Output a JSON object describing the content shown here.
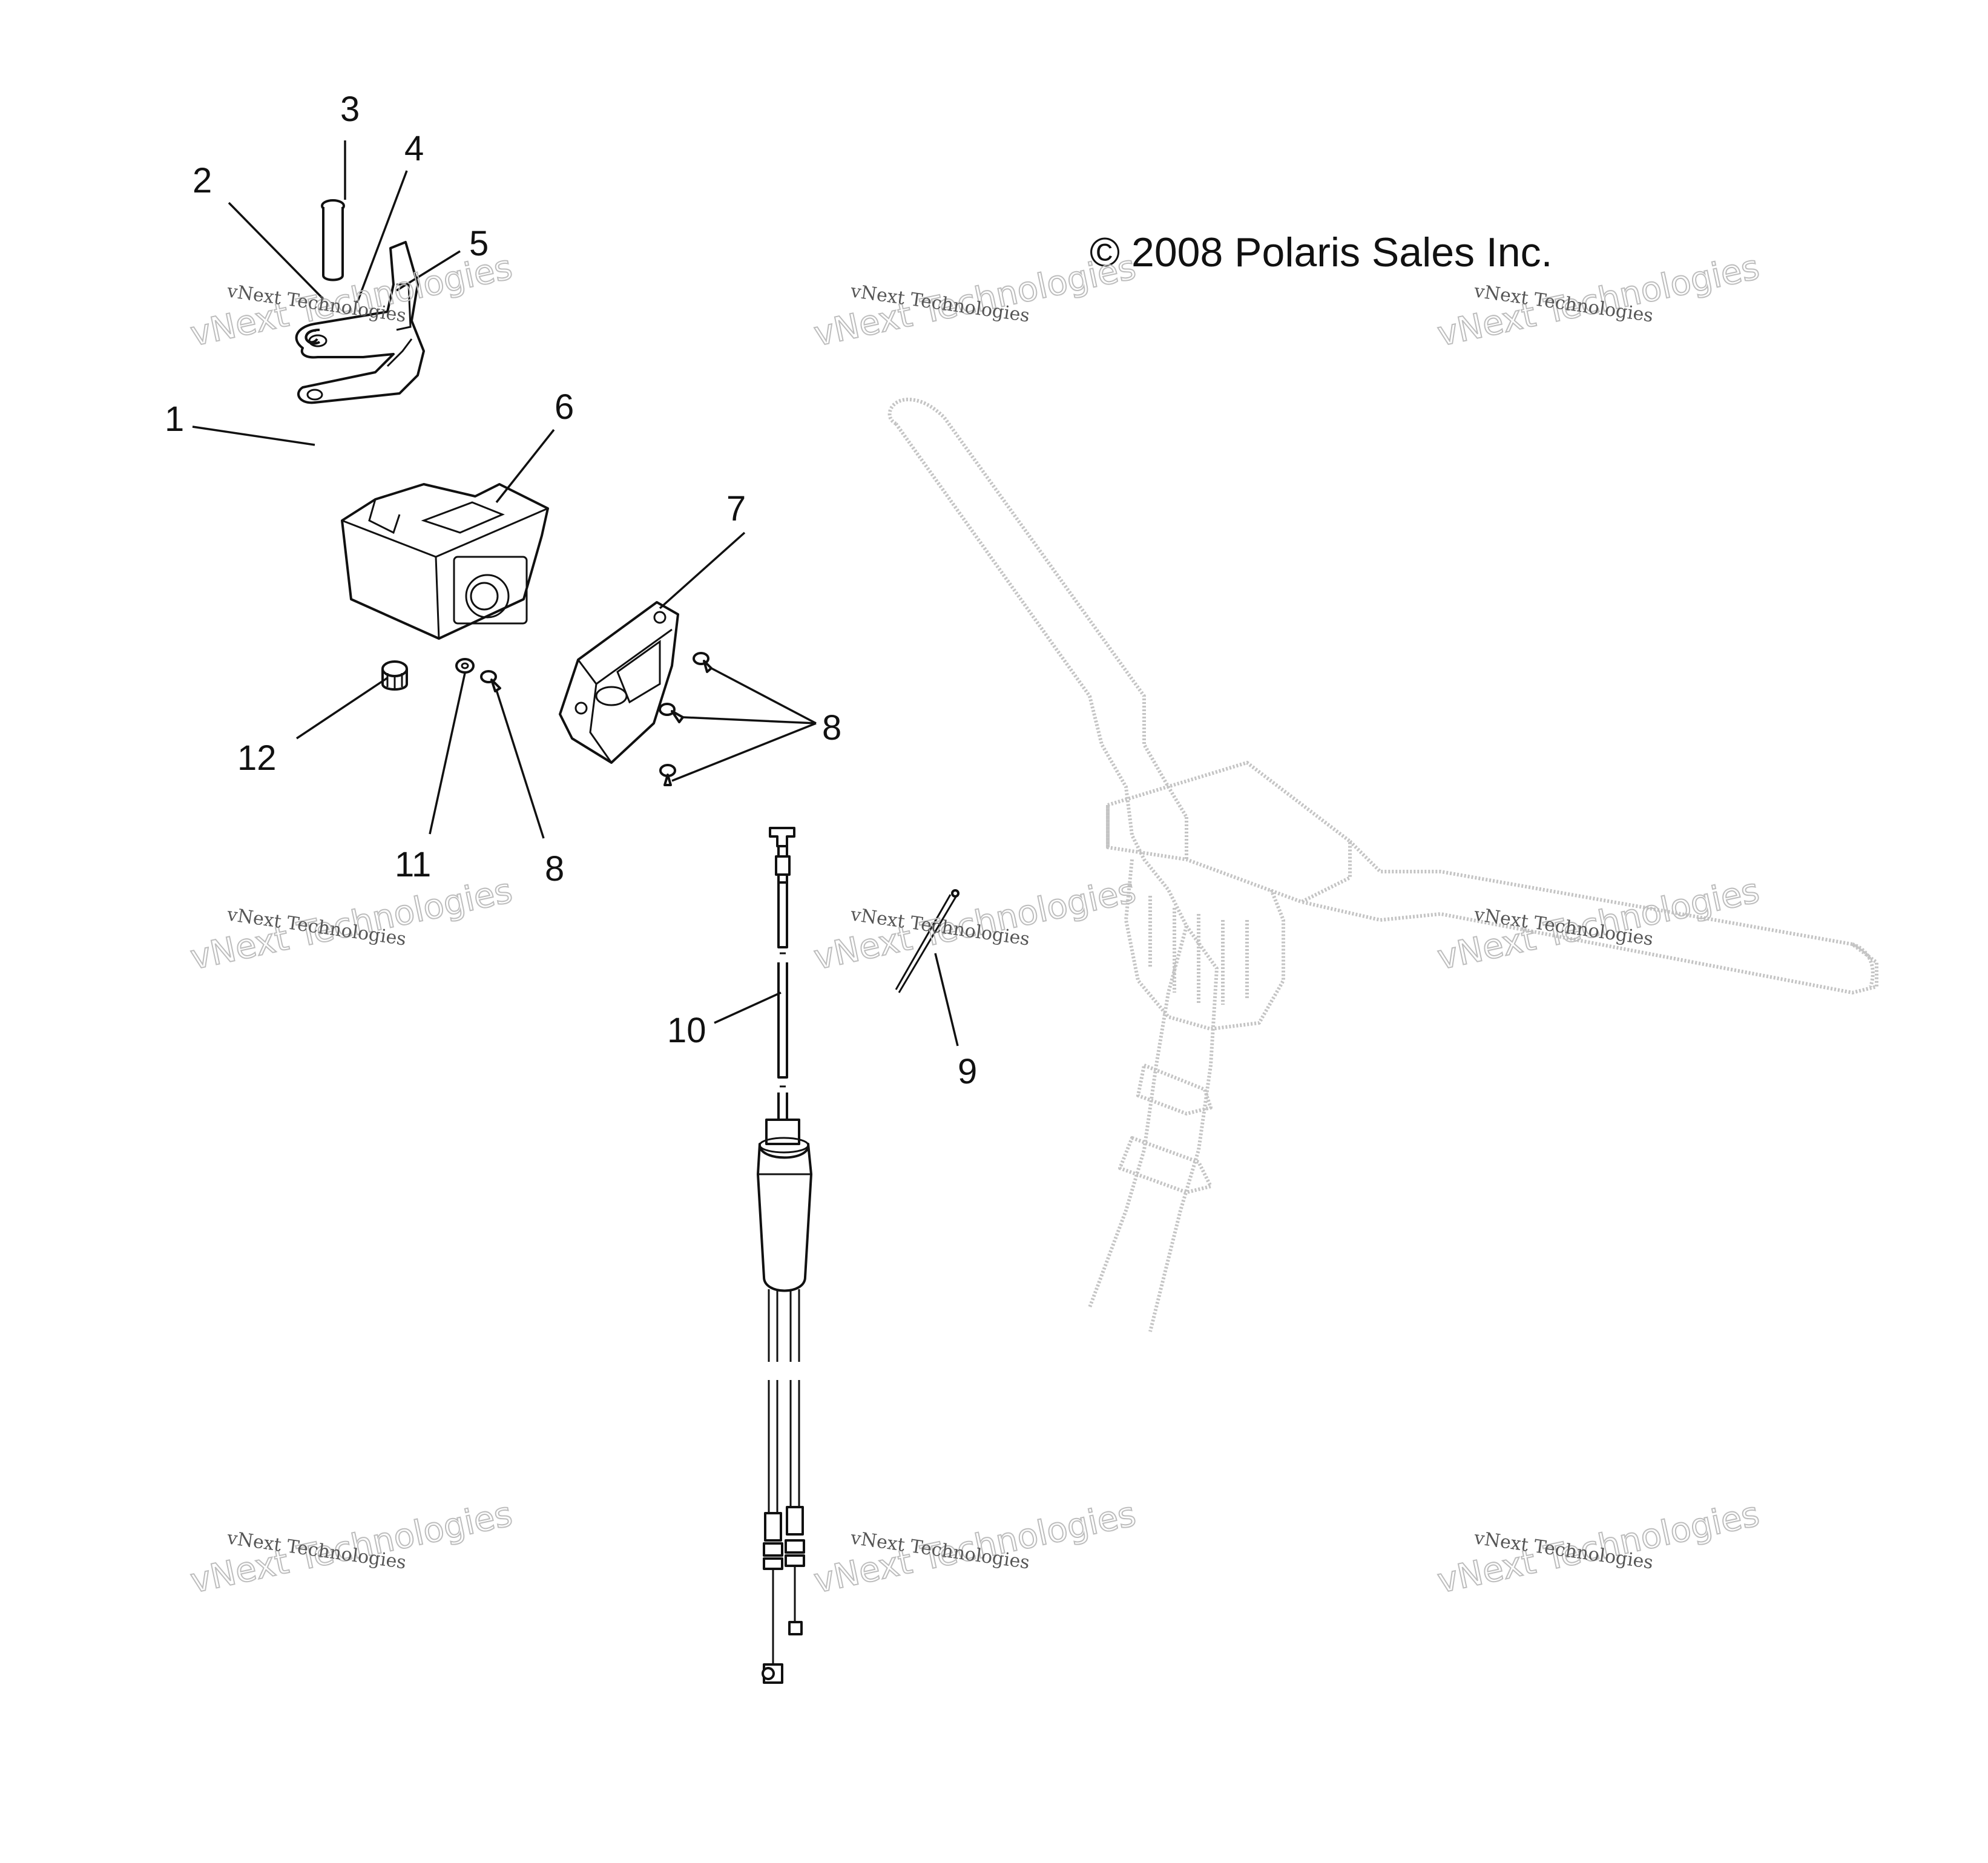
{
  "copyright": "© 2008 Polaris Sales Inc.",
  "watermark": {
    "line1": "vNext Technologies",
    "line2": "vNext Technologies"
  },
  "callouts": {
    "c1": "1",
    "c2": "2",
    "c3": "3",
    "c4": "4",
    "c5": "5",
    "c6": "6",
    "c7": "7",
    "c8a": "8",
    "c8b": "8",
    "c9": "9",
    "c10": "10",
    "c11": "11",
    "c12": "12"
  }
}
